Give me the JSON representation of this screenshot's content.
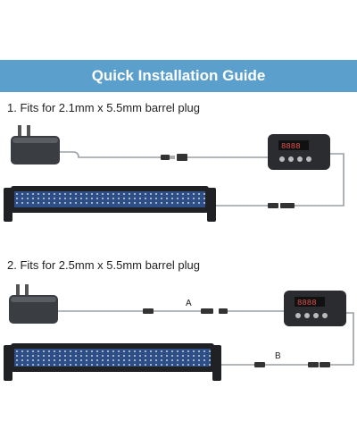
{
  "guide_title": "Quick Installation Guide",
  "sections": [
    {
      "title": "1. Fits for 2.1mm x 5.5mm barrel plug"
    },
    {
      "title": "2. Fits for 2.5mm x 5.5mm barrel plug",
      "cable_labels": [
        "A",
        "B"
      ]
    }
  ],
  "colors": {
    "banner": "#5b9fcd",
    "led_blue": "#3d6fb5",
    "light_body": "#1f2124",
    "controller": "#2a2c30",
    "adapter": "#3a3d41",
    "cable": "#9aa0a6"
  },
  "icons": [
    "power-adapter-icon",
    "controller-icon",
    "led-light-bar-icon",
    "barrel-connector-icon"
  ]
}
